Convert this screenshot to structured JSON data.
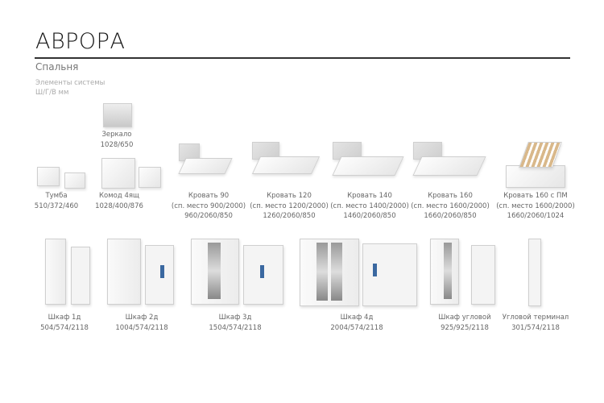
{
  "header": {
    "title": "АВРОРА",
    "subtitle": "Спальня",
    "note_line1": "Элементы системы",
    "note_line2": "Ш/Г/В мм"
  },
  "mirror": {
    "name": "Зеркало",
    "dims": "1028/650"
  },
  "row1": [
    {
      "name": "Тумба",
      "dims": "510/372/460"
    },
    {
      "name": "Комод 4ящ",
      "dims": "1028/400/876"
    },
    {
      "name": "Кровать 90",
      "sleep": "(сп. место 900/2000)",
      "dims": "960/2060/850"
    },
    {
      "name": "Кровать 120",
      "sleep": "(сп. место 1200/2000)",
      "dims": "1260/2060/850"
    },
    {
      "name": "Кровать 140",
      "sleep": "(сп. место 1400/2000)",
      "dims": "1460/2060/850"
    },
    {
      "name": "Кровать 160",
      "sleep": "(сп. место 1600/2000)",
      "dims": "1660/2060/850"
    },
    {
      "name": "Кровать 160 с ПМ",
      "sleep": "(сп. место 1600/2000)",
      "dims": "1660/2060/1024"
    }
  ],
  "row2": [
    {
      "name": "Шкаф 1д",
      "dims": "504/574/2118"
    },
    {
      "name": "Шкаф 2д",
      "dims": "1004/574/2118"
    },
    {
      "name": "Шкаф 3д",
      "dims": "1504/574/2118"
    },
    {
      "name": "Шкаф 4д",
      "dims": "2004/574/2118"
    },
    {
      "name": "Шкаф угловой",
      "dims": "925/925/2118"
    },
    {
      "name": "Угловой терминал",
      "dims": "301/574/2118"
    }
  ]
}
